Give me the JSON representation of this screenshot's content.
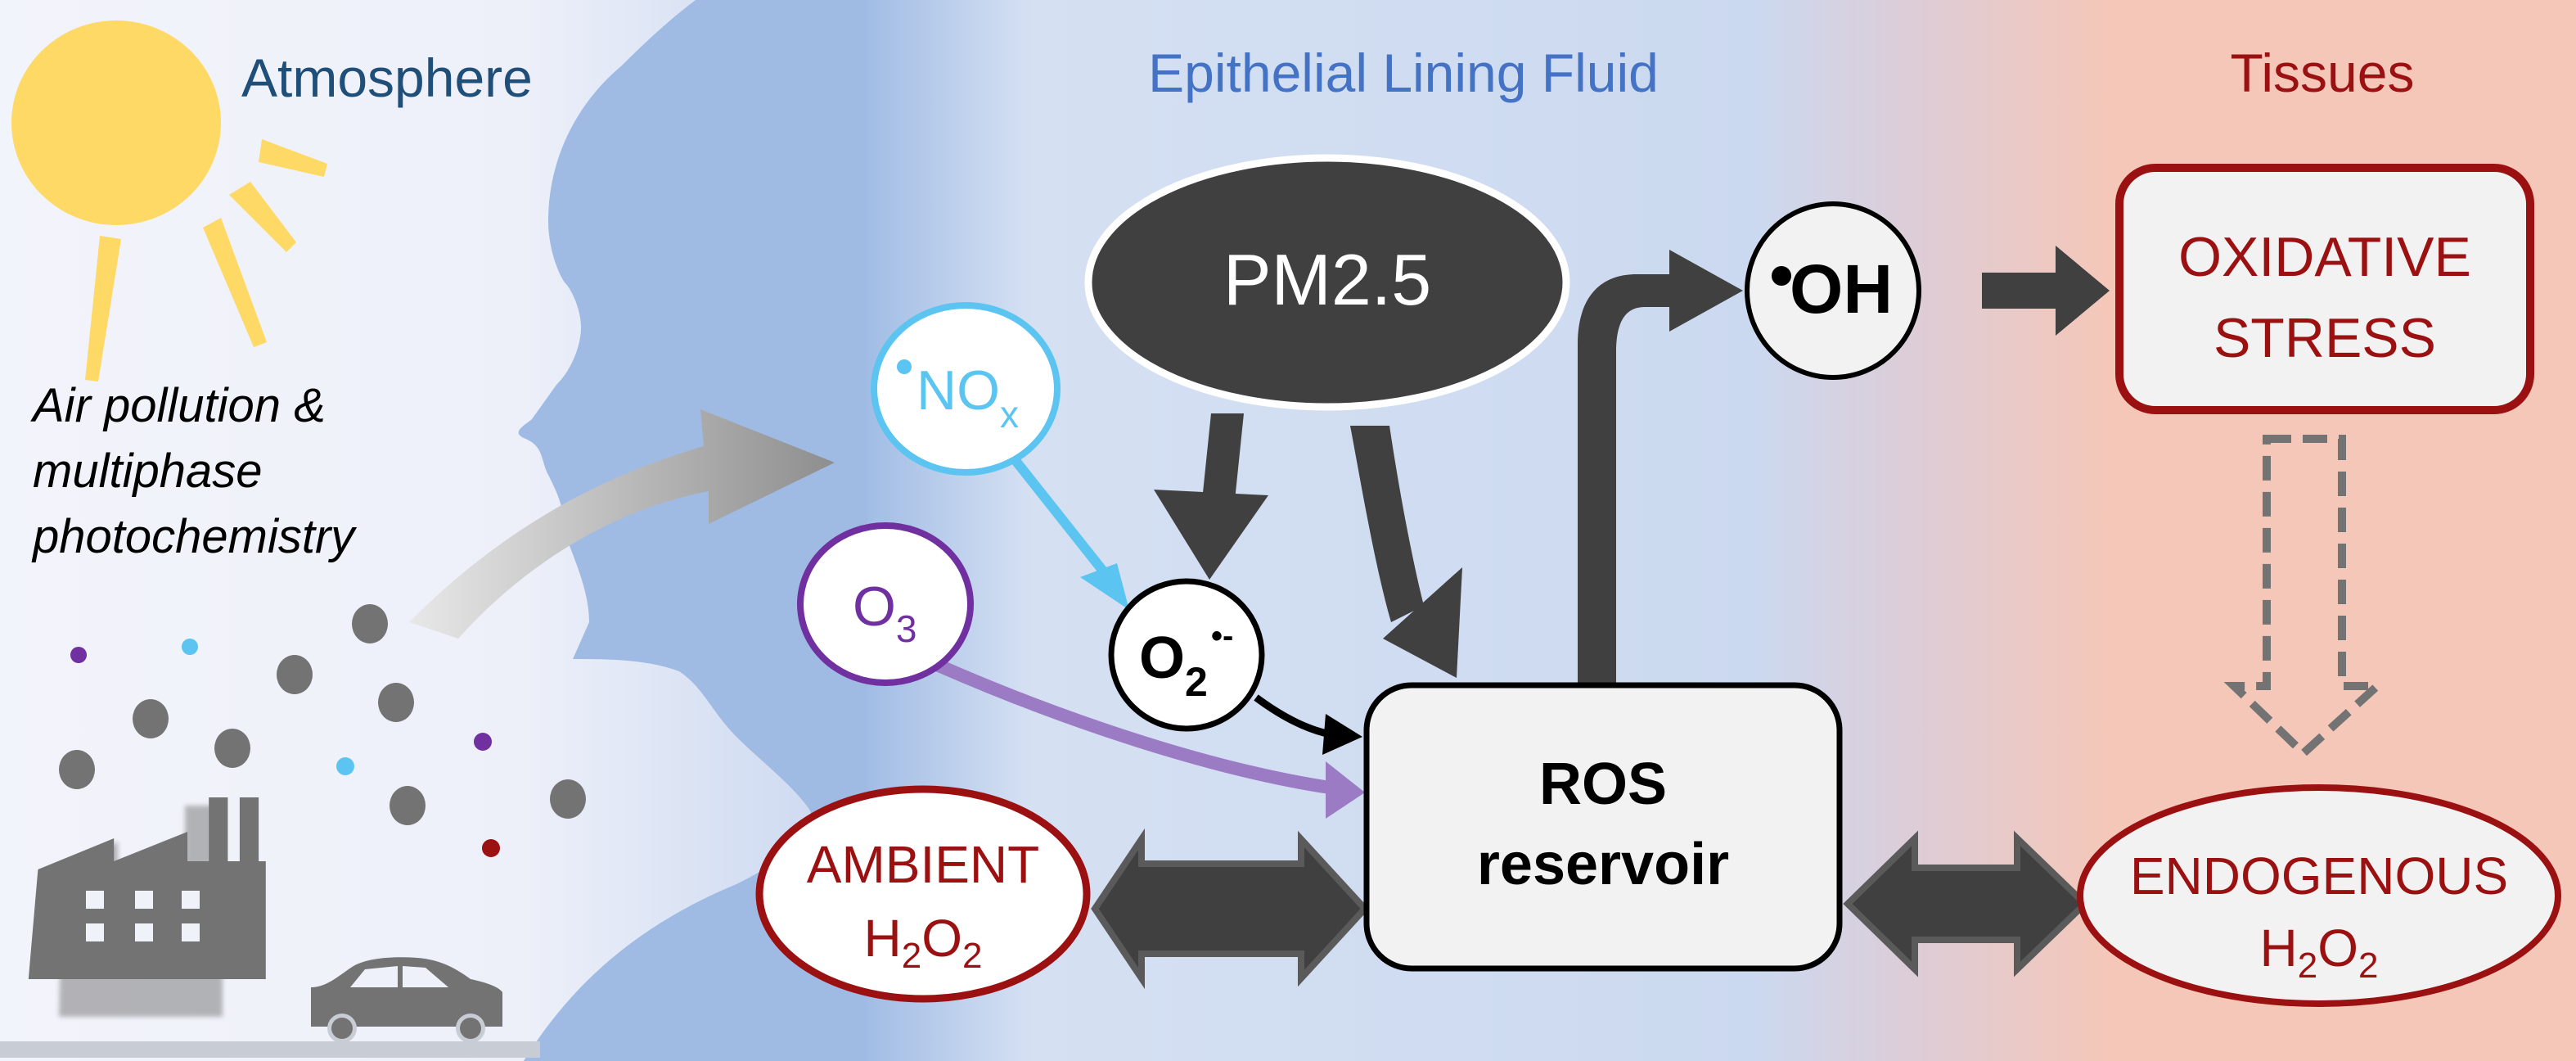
{
  "sections": {
    "atmosphere": "Atmosphere",
    "epithelial": "Epithelial Lining Fluid",
    "tissues": "Tissues"
  },
  "atmosphere_caption": [
    "Air pollution &",
    "multiphase",
    "photochemistry"
  ],
  "nodes": {
    "pm25": "PM2.5",
    "nox": {
      "radical_dot": "•",
      "main": "NO",
      "sub": "x"
    },
    "o3": {
      "main": "O",
      "sub": "3"
    },
    "superoxide": {
      "main": "O",
      "sub": "2",
      "sup": "•-"
    },
    "ros": [
      "ROS",
      "reservoir"
    ],
    "oh": {
      "radical_dot": "•",
      "main": "OH"
    },
    "oxidative_stress": [
      "OXIDATIVE",
      "STRESS"
    ],
    "ambient_h2o2": {
      "line1": "AMBIENT",
      "h": "H",
      "s1": "2",
      "o": "O",
      "s2": "2"
    },
    "endogenous_h2o2": {
      "line1": "ENDOGENOUS",
      "h": "H",
      "s1": "2",
      "o": "O",
      "s2": "2"
    }
  },
  "colors": {
    "atmosphere_title": "#1f4e79",
    "epithelial_title": "#4472c4",
    "tissues_title": "#9b1111",
    "nox": "#5bc4f1",
    "o3": "#7030a0",
    "o3_arrow": "#9b7bc4",
    "h2o2": "#9b1111",
    "dark": "#404040",
    "sun": "#ffd966",
    "head": "#9fbbe4",
    "particle_gray": "#737373"
  },
  "icons": [
    "sun-icon",
    "factory-icon",
    "car-icon",
    "head-silhouette-icon",
    "inhalation-arrow-icon"
  ]
}
